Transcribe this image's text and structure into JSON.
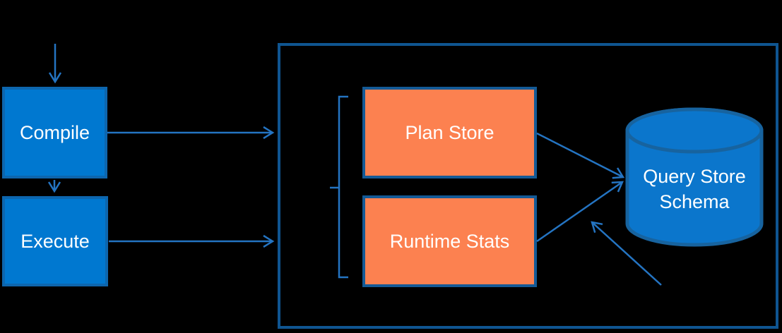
{
  "title": "Query Store architecture diagram",
  "colors": {
    "background": "#000000",
    "node-fill": "#0078D0",
    "node-border": "#0D66AE",
    "store-fill": "#FC8150",
    "store-border": "#145A96",
    "container-border": "#0F5591",
    "cylinder-fill": "#0B76CC",
    "cylinder-border": "#17639F",
    "arrow": "#2474C2",
    "label-text": "#FFFFFF"
  },
  "nodes": {
    "compile": {
      "label": "Compile"
    },
    "execute": {
      "label": "Execute"
    },
    "plan_store": {
      "label": "Plan Store"
    },
    "runtime_stats": {
      "label": "Runtime Stats"
    },
    "query_store_schema": {
      "label_line1": "Query Store",
      "label_line2": "Schema"
    }
  },
  "edges": [
    {
      "from": "top",
      "to": "compile"
    },
    {
      "from": "compile",
      "to": "query-store-container"
    },
    {
      "from": "compile",
      "to": "execute"
    },
    {
      "from": "execute",
      "to": "query-store-container"
    },
    {
      "from": "plan_store",
      "to": "query_store_schema"
    },
    {
      "from": "runtime_stats",
      "to": "query_store_schema"
    },
    {
      "from": "bottom",
      "to": "query_store_schema"
    }
  ]
}
